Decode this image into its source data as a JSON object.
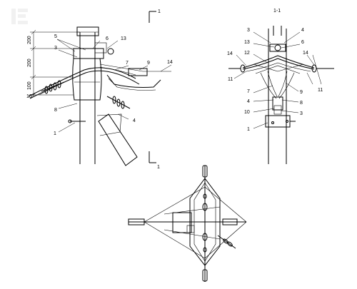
{
  "watermark": "IE",
  "views": {
    "side": {
      "section_marks": [
        "1",
        "1"
      ],
      "dims": [
        "200",
        "200",
        "100"
      ],
      "labels": [
        "5",
        "6",
        "13",
        "3",
        "7",
        "9",
        "14",
        "10",
        "8",
        "4",
        "1"
      ]
    },
    "section": {
      "title": "1-1",
      "labels": [
        "3",
        "4",
        "13",
        "6",
        "12",
        "14",
        "14",
        "11",
        "11",
        "7",
        "9",
        "4",
        "8",
        "10",
        "3",
        "1"
      ]
    },
    "plan": {
      "labels": []
    }
  }
}
